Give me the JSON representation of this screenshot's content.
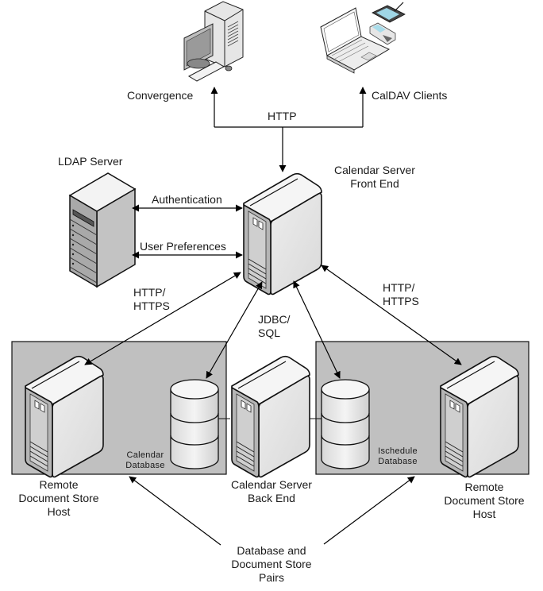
{
  "diagram": {
    "nodes": {
      "convergence": {
        "label": "Convergence",
        "icon": "desktop-computer-icon"
      },
      "caldav_clients": {
        "label": "CalDAV Clients",
        "icon": "laptop-and-mobile-devices-icon"
      },
      "ldap_server": {
        "label": "LDAP Server",
        "icon": "rack-server-icon"
      },
      "front_end": {
        "label_line1": "Calendar Server",
        "label_line2": "Front End",
        "icon": "server-icon"
      },
      "back_end": {
        "label_line1": "Calendar Server",
        "label_line2": "Back End",
        "icon": "server-icon"
      },
      "calendar_db": {
        "label_line1": "Calendar",
        "label_line2": "Database",
        "icon": "database-icon"
      },
      "ischedule_db": {
        "label_line1": "Ischedule",
        "label_line2": "Database",
        "icon": "database-icon"
      },
      "remote_store_left": {
        "label_line1": "Remote",
        "label_line2": "Document Store",
        "label_line3": "Host",
        "icon": "server-icon"
      },
      "remote_store_right": {
        "label_line1": "Remote",
        "label_line2": "Document Store",
        "label_line3": "Host",
        "icon": "server-icon"
      },
      "pairs_note": {
        "label_line1": "Database and",
        "label_line2": "Document Store",
        "label_line3": "Pairs"
      }
    },
    "edges": {
      "http_clients": "HTTP",
      "authentication": "Authentication",
      "user_preferences": "User Preferences",
      "http_https_left_line1": "HTTP/",
      "http_https_left_line2": "HTTPS",
      "jdbc_line1": "JDBC/",
      "jdbc_line2": "SQL",
      "http_https_right_line1": "HTTP/",
      "http_https_right_line2": "HTTPS"
    },
    "colors": {
      "group_fill": "#c0c0c0",
      "line": "#000000",
      "server_face": "#e4e4e4",
      "server_side": "#c8c8c8"
    }
  }
}
